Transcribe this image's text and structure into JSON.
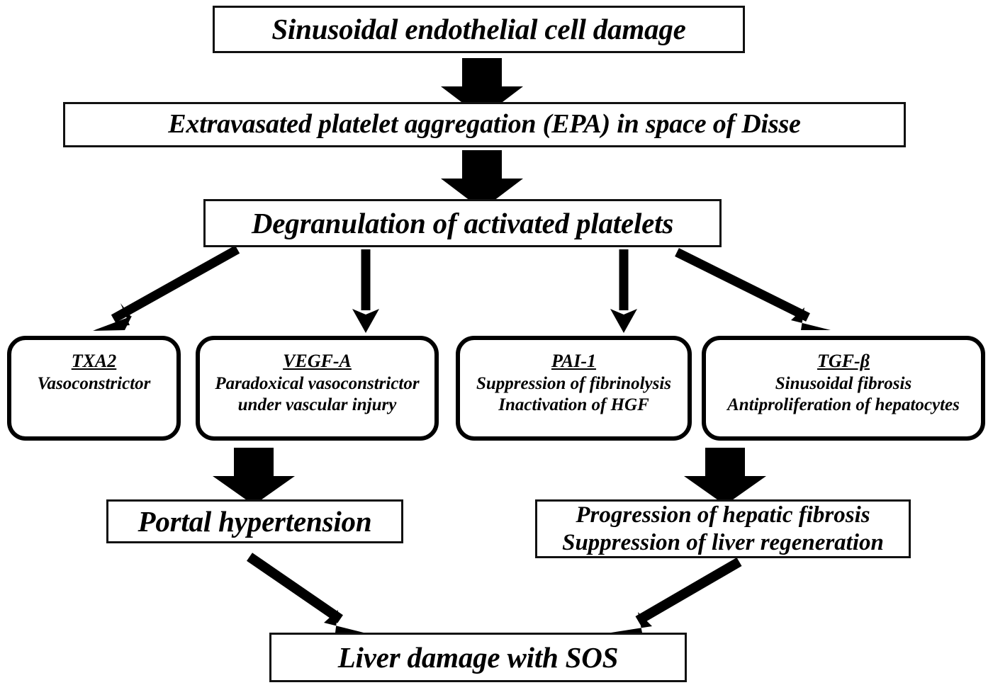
{
  "diagram": {
    "title_semantic": "Pathophysiology of sinusoidal obstruction syndrome (SOS)",
    "colors": {
      "stroke": "#000000",
      "fill": "#ffffff",
      "text": "#000000"
    },
    "nodes": {
      "sinusoidal_damage": {
        "text": "Sinusoidal endothelial cell damage"
      },
      "epa": {
        "text": "Extravasated platelet aggregation (EPA) in space of Disse"
      },
      "degranulation": {
        "text": "Degranulation of activated platelets"
      },
      "txa2": {
        "head": "TXA2",
        "lines": [
          "Vasoconstrictor"
        ]
      },
      "vegfa": {
        "head": "VEGF-A",
        "lines": [
          "Paradoxical vasoconstrictor",
          "under vascular injury"
        ]
      },
      "pai1": {
        "head": "PAI-1",
        "lines": [
          "Suppression of fibrinolysis",
          "Inactivation of HGF"
        ]
      },
      "tgfb": {
        "head": "TGF-β",
        "lines": [
          "Sinusoidal fibrosis",
          "Antiproliferation of hepatocytes"
        ]
      },
      "portal_hypertension": {
        "text": "Portal hypertension"
      },
      "fibrosis_progression": {
        "lines": [
          "Progression of hepatic fibrosis",
          "Suppression of liver regeneration"
        ]
      },
      "liver_damage": {
        "text": "Liver damage with SOS"
      }
    },
    "edges": [
      {
        "id": "e1",
        "from": "sinusoidal_damage",
        "to": "epa",
        "style": "block-arrow-down"
      },
      {
        "id": "e2",
        "from": "epa",
        "to": "degranulation",
        "style": "block-arrow-down"
      },
      {
        "id": "e3",
        "from": "degranulation",
        "to": "txa2",
        "style": "line-arrow-diagonal-left"
      },
      {
        "id": "e4",
        "from": "degranulation",
        "to": "vegfa",
        "style": "line-arrow-down"
      },
      {
        "id": "e5",
        "from": "degranulation",
        "to": "pai1",
        "style": "line-arrow-down"
      },
      {
        "id": "e6",
        "from": "degranulation",
        "to": "tgfb",
        "style": "line-arrow-diagonal-right"
      },
      {
        "id": "e7",
        "from": "vegfa",
        "to": "portal_hypertension",
        "style": "block-arrow-down"
      },
      {
        "id": "e8",
        "from": "tgfb",
        "to": "fibrosis_progression",
        "style": "block-arrow-down"
      },
      {
        "id": "e9",
        "from": "portal_hypertension",
        "to": "liver_damage",
        "style": "line-arrow-diagonal-right"
      },
      {
        "id": "e10",
        "from": "fibrosis_progression",
        "to": "liver_damage",
        "style": "line-arrow-diagonal-left"
      }
    ]
  }
}
